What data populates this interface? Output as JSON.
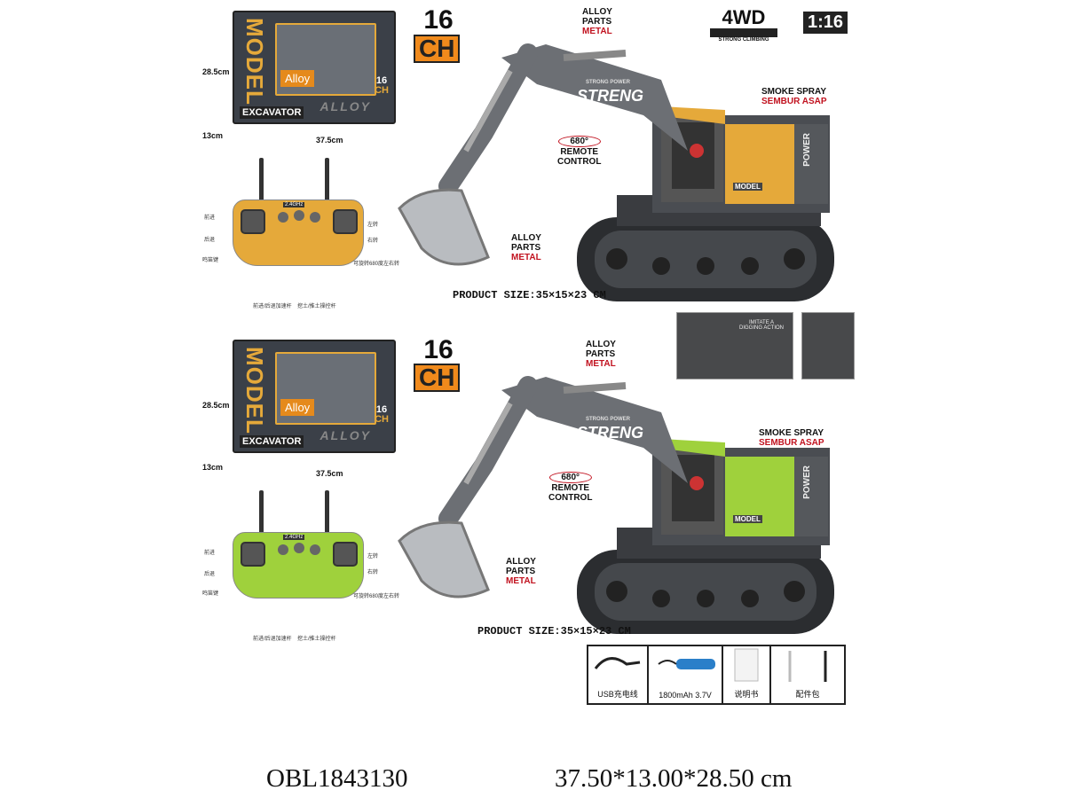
{
  "variants": [
    {
      "color": "#e5a93a",
      "box": {
        "model": "MODEL",
        "alloy": "Alloy",
        "excavator": "EXCAVATOR",
        "alloy_big": "ALLOY",
        "ch": "16\nCH",
        "height": "28.5cm",
        "depth": "13cm",
        "width": "37.5cm"
      },
      "remote": {
        "freq": "2.4GHz",
        "labels": [
          "前进",
          "后退",
          "鸣笛键",
          "左转",
          "右转",
          "可旋转680度左右转",
          "前进/后退加速杆",
          "挖土/推土操控杆"
        ]
      },
      "channels": {
        "num": "16",
        "unit": "CH"
      },
      "callouts": {
        "alloy1": "ALLOY",
        "parts1": "PARTS",
        "metal1": "METAL",
        "smoke": "SMOKE SPRAY",
        "sembur": "SEMBUR ASAP",
        "deg": "680°",
        "remote": "REMOTE",
        "control": "CONTROL",
        "alloy2": "ALLOY",
        "parts2": "PARTS",
        "metal2": "METAL",
        "strong": "STRENG",
        "strong_sub": "STRONG POWER",
        "power": "POWER",
        "model": "MODEL"
      },
      "product_size": "PRODUCT SIZE:35×15×23 CM"
    },
    {
      "color": "#9fd13c",
      "box": {
        "model": "MODEL",
        "alloy": "Alloy",
        "excavator": "EXCAVATOR",
        "alloy_big": "ALLOY",
        "ch": "16\nCH",
        "height": "28.5cm",
        "depth": "13cm",
        "width": "37.5cm"
      },
      "remote": {
        "freq": "2.4GHz",
        "labels": [
          "前进",
          "后退",
          "鸣笛键",
          "左转",
          "右转",
          "可旋转680度左右转",
          "前进/后退加速杆",
          "挖土/推土操控杆"
        ]
      },
      "channels": {
        "num": "16",
        "unit": "CH"
      },
      "callouts": {
        "alloy1": "ALLOY",
        "parts1": "PARTS",
        "metal1": "METAL",
        "smoke": "SMOKE SPRAY",
        "sembur": "SEMBUR ASAP",
        "deg": "680°",
        "remote": "REMOTE",
        "control": "CONTROL",
        "alloy2": "ALLOY",
        "parts2": "PARTS",
        "metal2": "METAL",
        "strong": "STRENG",
        "strong_sub": "STRONG POWER",
        "power": "POWER",
        "model": "MODEL"
      },
      "product_size": "PRODUCT SIZE:35×15×23 CM"
    }
  ],
  "badges": {
    "wd": "4WD",
    "wd_sub": "STRONG CLIMBING",
    "scale": "1:16"
  },
  "features": {
    "dig": "IMITATE A DIGGING ACTION"
  },
  "accessories": [
    "USB充电线",
    "1800mAh 3.7V",
    "说明书",
    "配件包"
  ],
  "footer": {
    "sku": "OBL1843130",
    "dimensions": "37.50*13.00*28.50 cm"
  }
}
